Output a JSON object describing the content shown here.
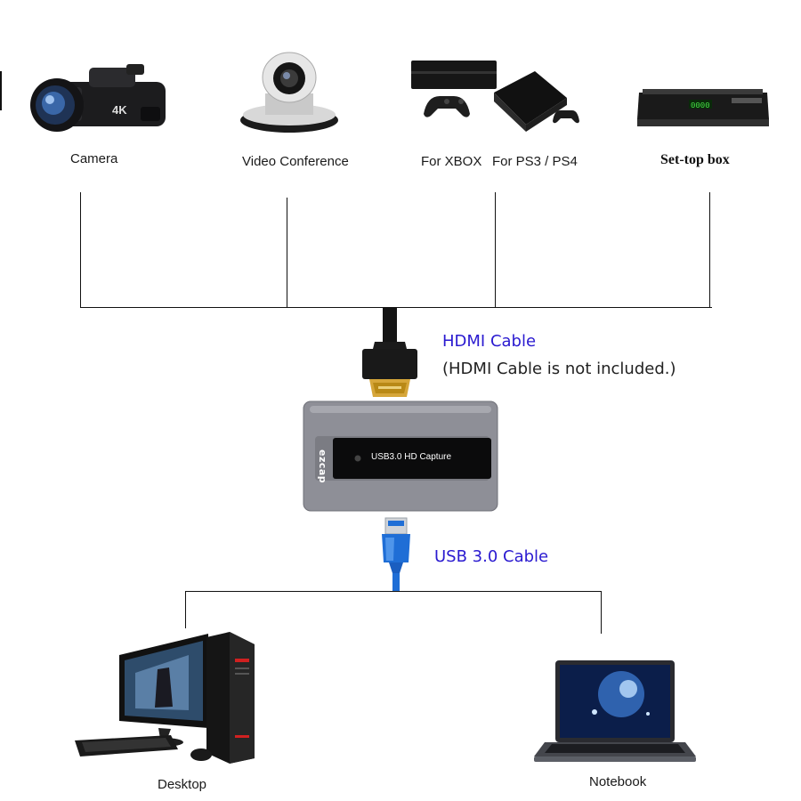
{
  "sources": [
    {
      "id": "camera",
      "label": "Camera"
    },
    {
      "id": "video-conference",
      "label": "Video Conference"
    },
    {
      "id": "xbox",
      "label": "For XBOX"
    },
    {
      "id": "ps",
      "label": "For PS3 / PS4"
    },
    {
      "id": "settop",
      "label": "Set-top box"
    }
  ],
  "camera_badge": "4K",
  "settop_display": "0000",
  "hdmi": {
    "title": "HDMI Cable",
    "note": "(HDMI Cable is not included.)"
  },
  "device": {
    "brand": "ezcap",
    "name": "USB3.0 HD Capture"
  },
  "usb": {
    "title": "USB 3.0 Cable"
  },
  "targets": [
    {
      "id": "desktop",
      "label": "Desktop"
    },
    {
      "id": "notebook",
      "label": "Notebook"
    }
  ],
  "colors": {
    "accent_blue": "#2a1ad0",
    "usb_blue": "#1f6ed6",
    "device_gray": "#8e8f97"
  }
}
